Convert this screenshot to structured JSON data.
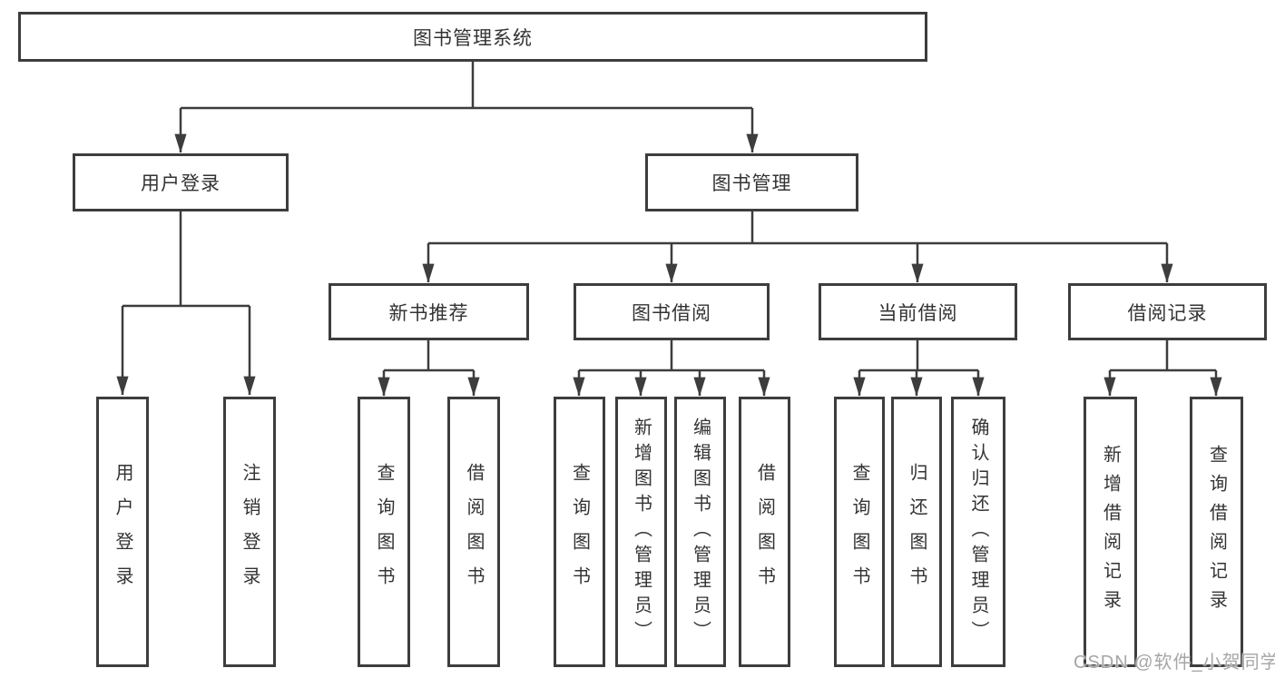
{
  "colors": {
    "line": "#3d3d3d",
    "box_border": "#3d3d3d",
    "box_fill": "#ffffff",
    "text": "#333333",
    "watermark_text": "#a6a6a6",
    "background": "#ffffff"
  },
  "watermark": "CSDN @软件_小贺同学",
  "nodes": {
    "root": {
      "label": "图书管理系统",
      "parent": null
    },
    "user_login": {
      "label": "用户登录",
      "parent": "root"
    },
    "book_management": {
      "label": "图书管理",
      "parent": "root"
    },
    "login": {
      "label": "用户登录",
      "parent": "user_login"
    },
    "logout": {
      "label": "注销登录",
      "parent": "user_login"
    },
    "new_book_recommend": {
      "label": "新书推荐",
      "parent": "book_management"
    },
    "book_borrow": {
      "label": "图书借阅",
      "parent": "book_management"
    },
    "current_borrow": {
      "label": "当前借阅",
      "parent": "book_management"
    },
    "borrow_records": {
      "label": "借阅记录",
      "parent": "book_management"
    },
    "nb_query_books": {
      "label": "查询图书",
      "parent": "new_book_recommend"
    },
    "nb_borrow_books": {
      "label": "借阅图书",
      "parent": "new_book_recommend"
    },
    "bb_query_books": {
      "label": "查询图书",
      "parent": "book_borrow"
    },
    "bb_add_books": {
      "label": "新增图书（管理员）",
      "parent": "book_borrow"
    },
    "bb_edit_books": {
      "label": "编辑图书（管理员）",
      "parent": "book_borrow"
    },
    "bb_borrow_books": {
      "label": "借阅图书",
      "parent": "book_borrow"
    },
    "cb_query_books": {
      "label": "查询图书",
      "parent": "current_borrow"
    },
    "cb_return_books": {
      "label": "归还图书",
      "parent": "current_borrow"
    },
    "cb_confirm_return": {
      "label": "确认归还（管理员）",
      "parent": "current_borrow"
    },
    "br_add_record": {
      "label": "新增借阅记录",
      "parent": "borrow_records"
    },
    "br_query_record": {
      "label": "查询借阅记录",
      "parent": "borrow_records"
    }
  }
}
